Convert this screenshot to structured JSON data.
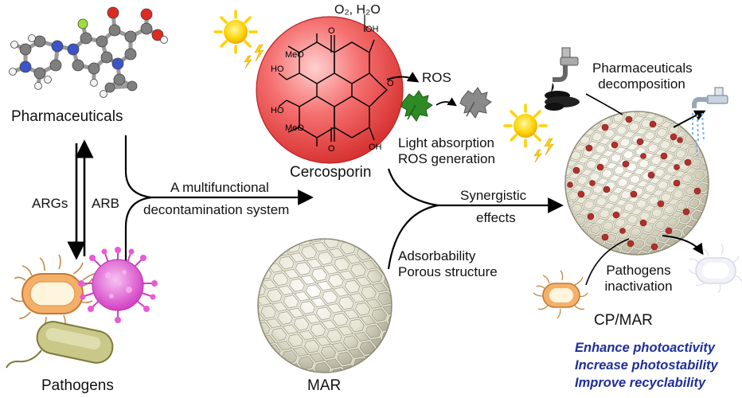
{
  "labels": {
    "pharmaceuticals": "Pharmaceuticals",
    "pathogens": "Pathogens",
    "args": "ARGs",
    "arb": "ARB",
    "system_line1": "A multifunctional",
    "system_line2": "decontamination system",
    "o2_h2o": "O₂, H₂O",
    "ros": "ROS",
    "cercosporin": "Cercosporin",
    "light_absorption": "Light absorption",
    "ros_generation": "ROS generation",
    "synergistic": "Synergistic",
    "effects": "effects",
    "adsorbability": "Adsorbability",
    "porous_structure": "Porous structure",
    "mar": "MAR",
    "pharma_decomp_line1": "Pharmaceuticals",
    "pharma_decomp_line2": "decomposition",
    "pathogens_inact_line1": "Pathogens",
    "pathogens_inact_line2": "inactivation",
    "cp_mar": "CP/MAR"
  },
  "benefits": [
    "Enhance photoactivity",
    "Increase photostability",
    "Improve recyclability"
  ],
  "cercosporin_groups": [
    "OH",
    "MeO",
    "HO",
    "O",
    "O",
    "HO",
    "MeO",
    "O",
    "OH"
  ],
  "colors": {
    "cercosporin_sphere": "#f0514f",
    "sun": "#ffd200",
    "benefit_text": "#1f2f9a",
    "mar_lattice": "#e4e2cc",
    "red_dots": "#b0302a",
    "pathogen_pink": "#e052d0"
  }
}
